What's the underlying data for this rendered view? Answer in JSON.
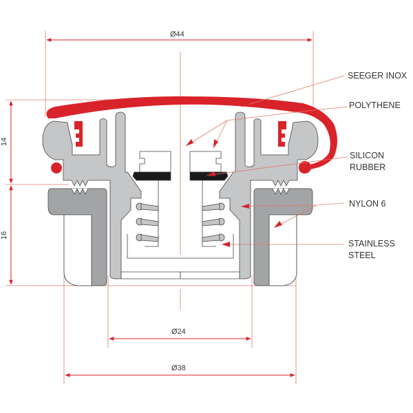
{
  "dimensions": {
    "top_diameter": "Ø44",
    "inner_diameter": "Ø24",
    "base_diameter": "Ø38",
    "upper_height": "14",
    "lower_height": "16"
  },
  "labels": [
    {
      "line1": "SEEGER INOX",
      "line2": ""
    },
    {
      "line1": "POLYTHENE",
      "line2": ""
    },
    {
      "line1": "SILICON",
      "line2": "RUBBER"
    },
    {
      "line1": "NYLON 6",
      "line2": ""
    },
    {
      "line1": "STAINLESS",
      "line2": "STEEL"
    }
  ],
  "colors": {
    "red": "#d9232a",
    "body": "#c4c6c8",
    "nylon": "#a3a4a6",
    "line": "#e07a6a"
  }
}
